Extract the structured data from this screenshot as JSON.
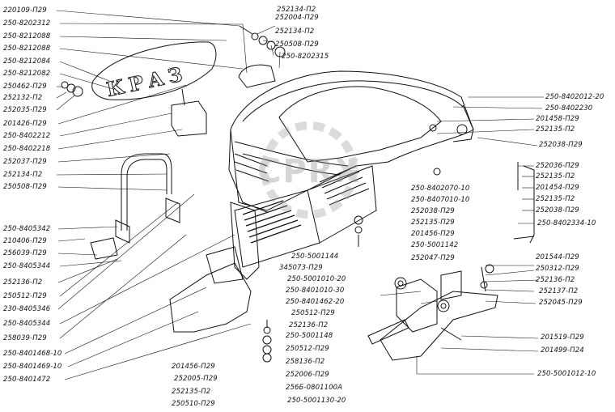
{
  "diagram": {
    "logo_text": "КРАЗ",
    "callouts_left": [
      "220109-П29",
      "250-8202312",
      "250-8212088",
      "250-8212088",
      "250-8212084",
      "250-8212082",
      "250462-П29",
      "252132-П2",
      "252035-П29",
      "201426-П29",
      "250-8402212",
      "250-8402218",
      "252037-П29",
      "252134-П2",
      "250508-П29",
      "250-8405342",
      "210406-П29",
      "256039-П29",
      "250-8405344",
      "252136-П2",
      "250512-П29",
      "230-8405346",
      "250-8405344",
      "258039-П29",
      "250-8401468-10",
      "250-8401469-10",
      "250-8401472"
    ],
    "callouts_top": [
      "252134-П2",
      "252004-П29",
      "252134-П2",
      "250508-П29",
      "250-8202315"
    ],
    "callouts_right": [
      "250-8402012-20",
      "250-8402230",
      "201458-П29",
      "252135-П2",
      "252038-П29",
      "252036-П29",
      "252135-П2",
      "201454-П29",
      "252135-П2",
      "252038-П29",
      "250-8402334-10"
    ],
    "callouts_center": [
      "250-8402070-10",
      "250-8407010-10",
      "252038-П29",
      "252135-П29",
      "201456-П29",
      "250-5001142",
      "250-5001144",
      "252047-П29",
      "345073-П29",
      "250-5001010-20",
      "250-8401010-30",
      "250-8401462-20",
      "250512-П29",
      "252136-П2",
      "250-5001148",
      "250512-П29",
      "258136-П2",
      "252006-П29",
      "256Б-0801100А",
      "250-5001130-20"
    ],
    "callouts_right_lower": [
      "201544-П29",
      "250312-П29",
      "252136-П2",
      "252137-П2",
      "252045-П29",
      "201519-П29",
      "201499-П24",
      "250-5001012-10"
    ],
    "callouts_bottom": [
      "201456-П29",
      "252005-П29",
      "252135-П2",
      "250510-П29"
    ],
    "watermark": "CPRX"
  }
}
